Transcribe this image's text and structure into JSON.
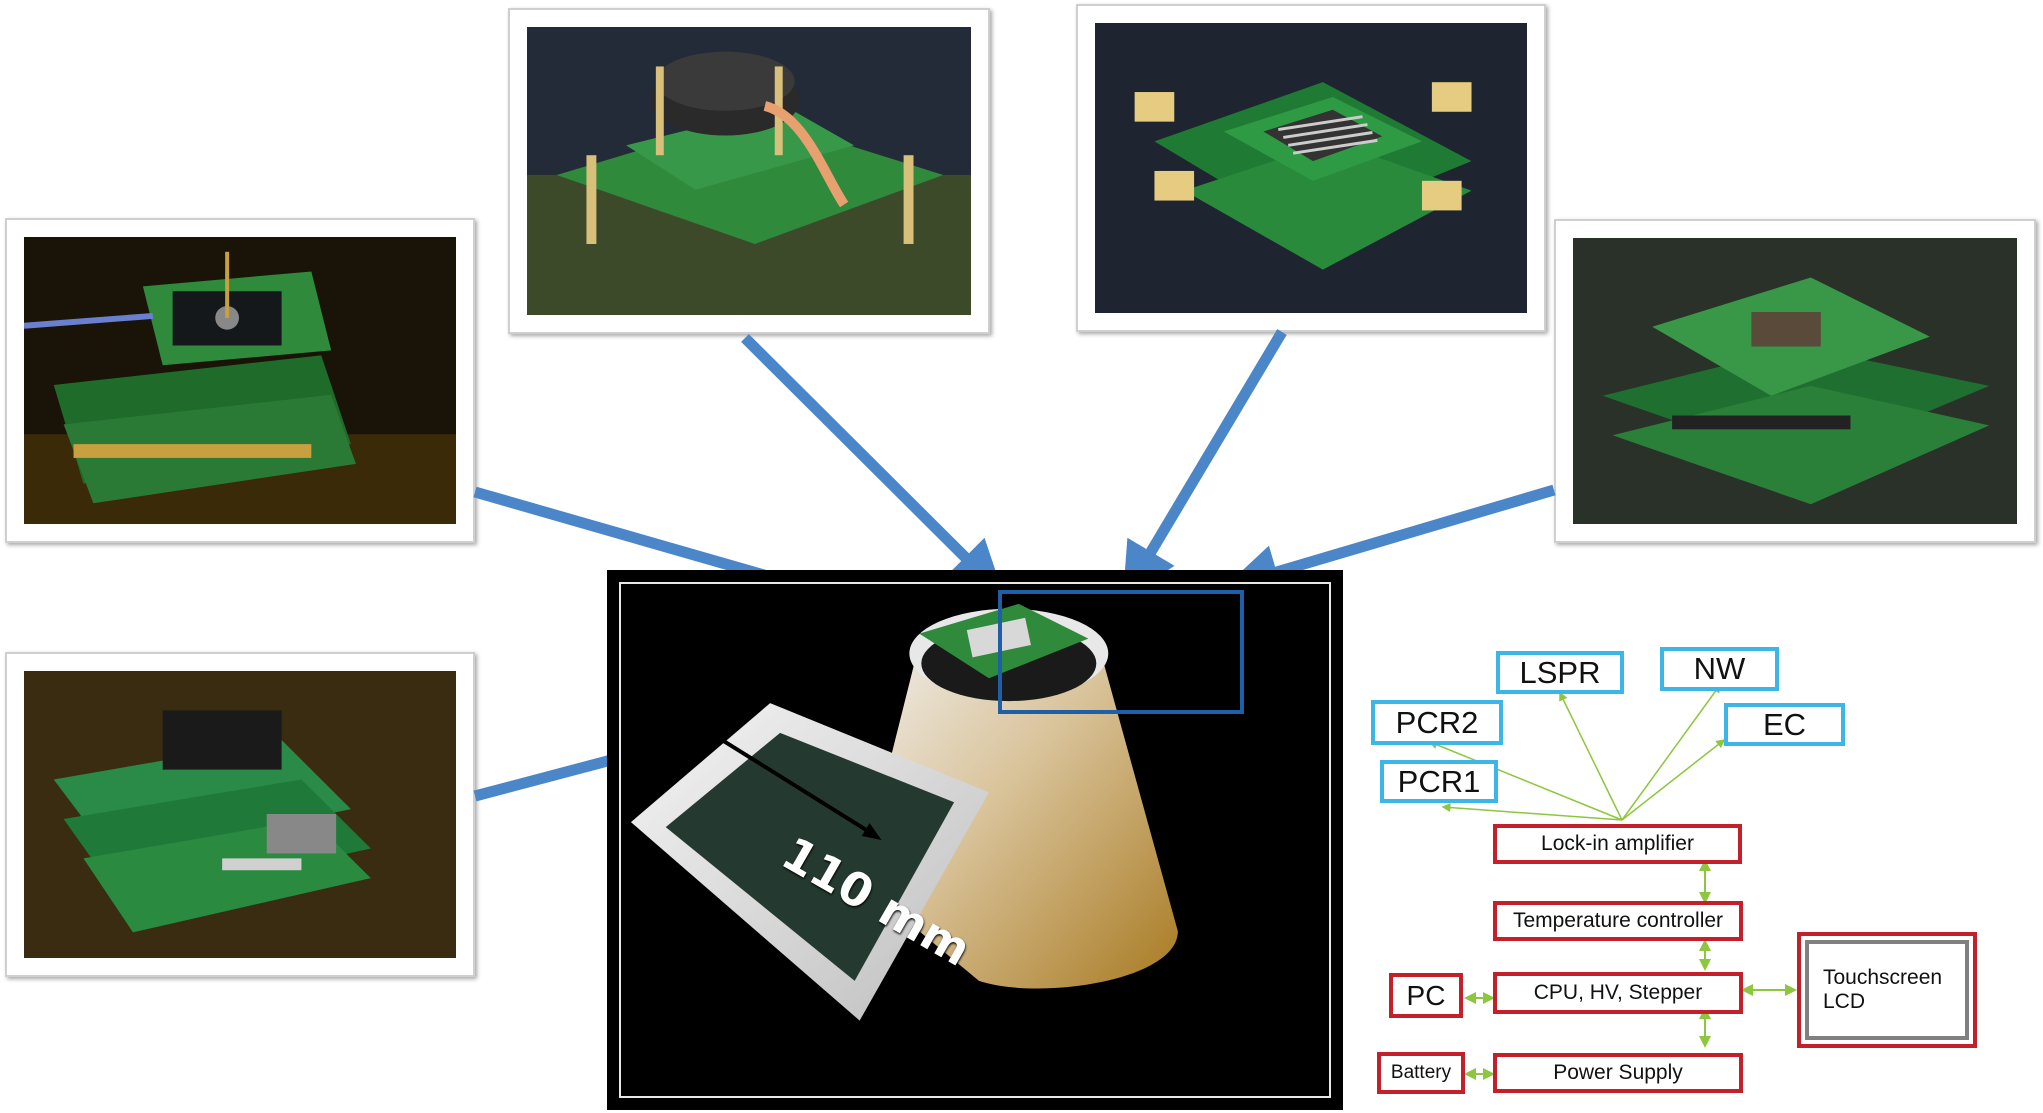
{
  "center_photo": {
    "dimension_label": "110 mm"
  },
  "modules": {
    "lspr": "LSPR",
    "nw": "NW",
    "pcr2": "PCR2",
    "ec": "EC",
    "pcr1": "PCR1"
  },
  "blocks": {
    "lockin": "Lock-in amplifier",
    "temp": "Temperature controller",
    "cpu": "CPU, HV, Stepper",
    "pc": "PC",
    "battery": "Battery",
    "power": "Power Supply",
    "lcd_line1": "Touchscreen",
    "lcd_line2": "LCD"
  },
  "colors": {
    "arrow": "#4a86c8",
    "module_border": "#3bb6e6",
    "block_border": "#c4202b",
    "connector": "#8dc63f",
    "focus_box": "#1f5fa8"
  }
}
